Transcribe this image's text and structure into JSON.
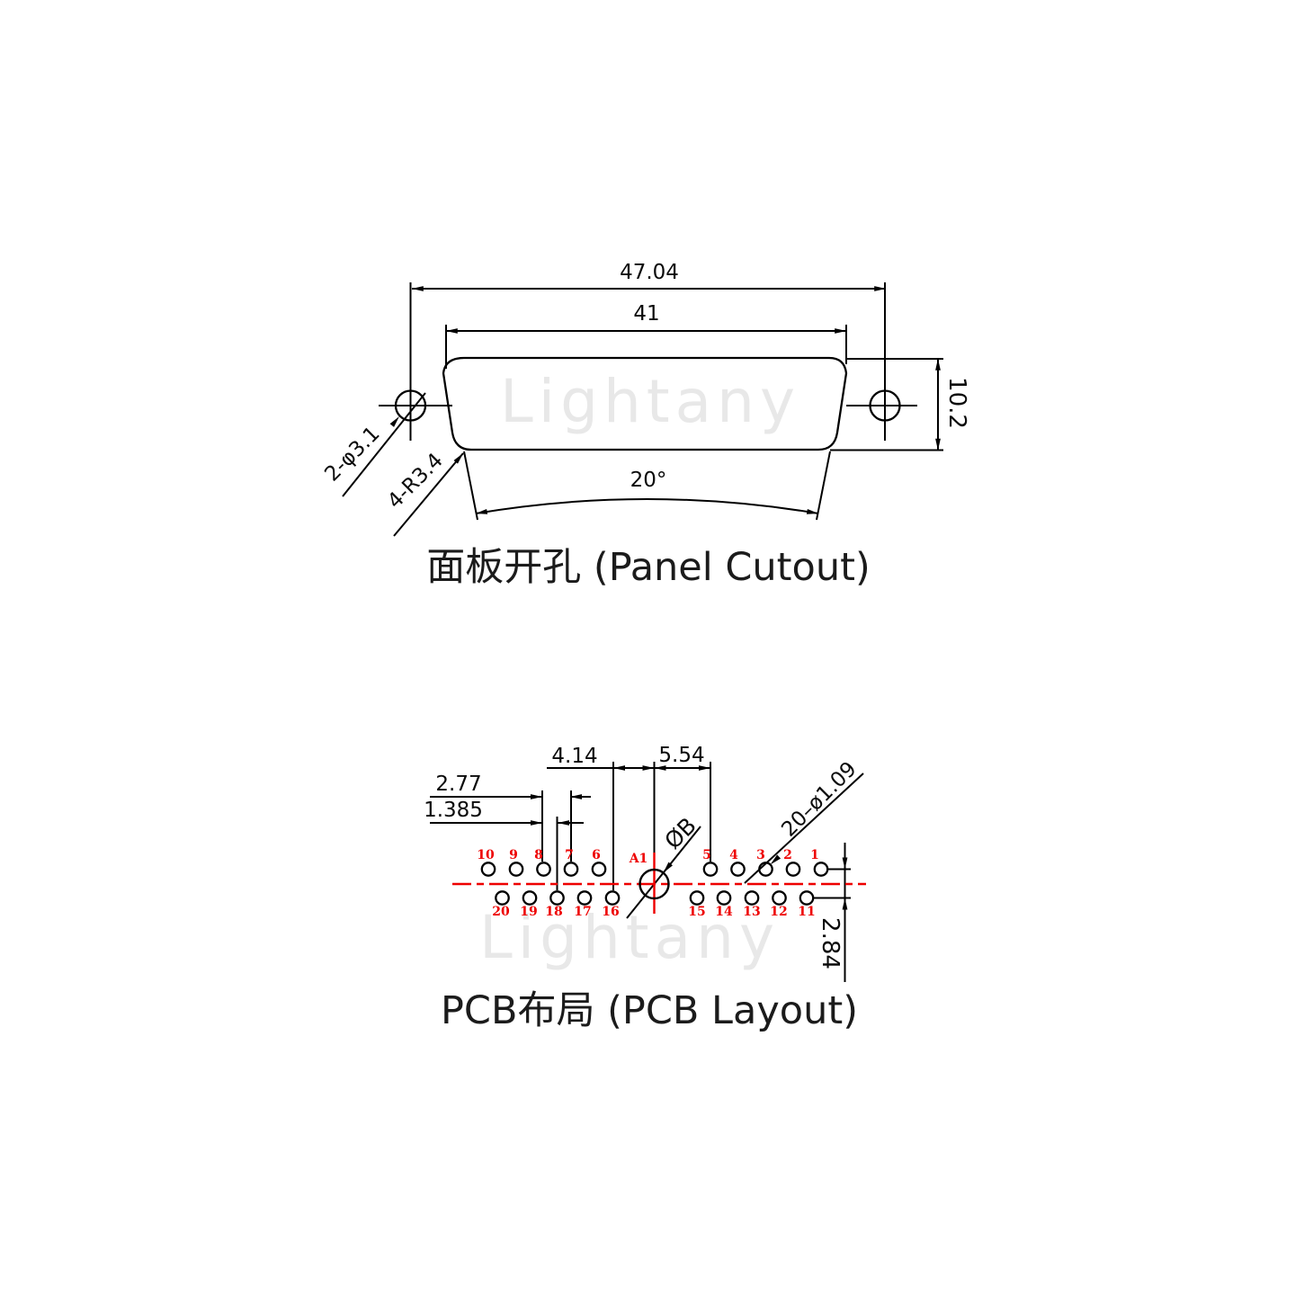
{
  "colors": {
    "line": "#000000",
    "accent_red": "#ee0000",
    "watermark": "#e8e8e8"
  },
  "watermark": "Lightany",
  "panel_cutout": {
    "title": "面板开孔 (Panel Cutout)",
    "dim_outer_width": "47.04",
    "dim_inner_width": "41",
    "dim_height": "10.2",
    "dim_angle": "20°",
    "dim_mount_holes": "2-φ3.1",
    "dim_corner_radius": "4-R3.4"
  },
  "pcb_layout": {
    "title": "PCB布局 (PCB Layout)",
    "dim_a1_to_pin16": "4.14",
    "dim_a1_to_pin5": "5.54",
    "dim_pin_pitch": "2.77",
    "dim_row_offset": "1.385",
    "dim_row_spacing": "2.84",
    "dim_pin_holes": "20–ø1.09",
    "dim_coax_hole": "ØB",
    "pins": {
      "center": "A1",
      "top": [
        "10",
        "9",
        "8",
        "7",
        "6"
      ],
      "top_right": [
        "5",
        "4",
        "3",
        "2",
        "1"
      ],
      "bottom": [
        "20",
        "19",
        "18",
        "17",
        "16"
      ],
      "bottom_right": [
        "15",
        "14",
        "13",
        "12",
        "11"
      ]
    }
  }
}
